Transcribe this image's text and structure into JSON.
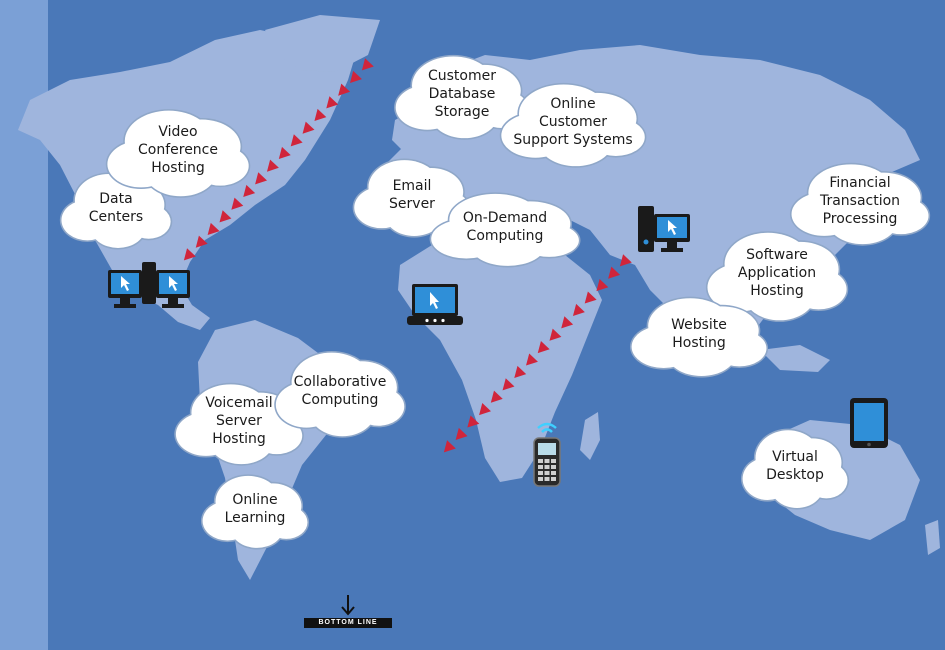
{
  "clouds": [
    {
      "id": "data-centers",
      "label": "Data\nCenters"
    },
    {
      "id": "video-conference",
      "label": "Video\nConference\nHosting"
    },
    {
      "id": "customer-database",
      "label": "Customer\nDatabase\nStorage"
    },
    {
      "id": "online-support",
      "label": "Online\nCustomer\nSupport Systems"
    },
    {
      "id": "email-server",
      "label": "Email\nServer"
    },
    {
      "id": "on-demand",
      "label": "On-Demand\nComputing"
    },
    {
      "id": "financial",
      "label": "Financial\nTransaction\nProcessing"
    },
    {
      "id": "software-hosting",
      "label": "Software\nApplication\nHosting"
    },
    {
      "id": "website-hosting",
      "label": "Website\nHosting"
    },
    {
      "id": "voicemail",
      "label": "Voicemail\nServer\nHosting"
    },
    {
      "id": "collaborative",
      "label": "Collaborative\nComputing"
    },
    {
      "id": "online-learning",
      "label": "Online\nLearning"
    },
    {
      "id": "virtual-desktop",
      "label": "Virtual\nDesktop"
    }
  ],
  "devices": [
    {
      "id": "dual-workstation",
      "icon": "dual-computer-icon"
    },
    {
      "id": "laptop",
      "icon": "laptop-icon"
    },
    {
      "id": "workstation",
      "icon": "computer-tower-icon"
    },
    {
      "id": "cell-phone",
      "icon": "mobile-phone-icon"
    },
    {
      "id": "tablet",
      "icon": "tablet-icon"
    }
  ],
  "logo": {
    "text": "BOTTOM LINE"
  },
  "colors": {
    "ocean": "#4a78b8",
    "land": "#9fb5dd",
    "left_band": "#7ba0d6",
    "cloud_fill": "#ffffff",
    "cloud_stroke": "#8fa7c8",
    "signal_triangle": "#d0253b",
    "screen_blue": "#2f8fd8"
  }
}
